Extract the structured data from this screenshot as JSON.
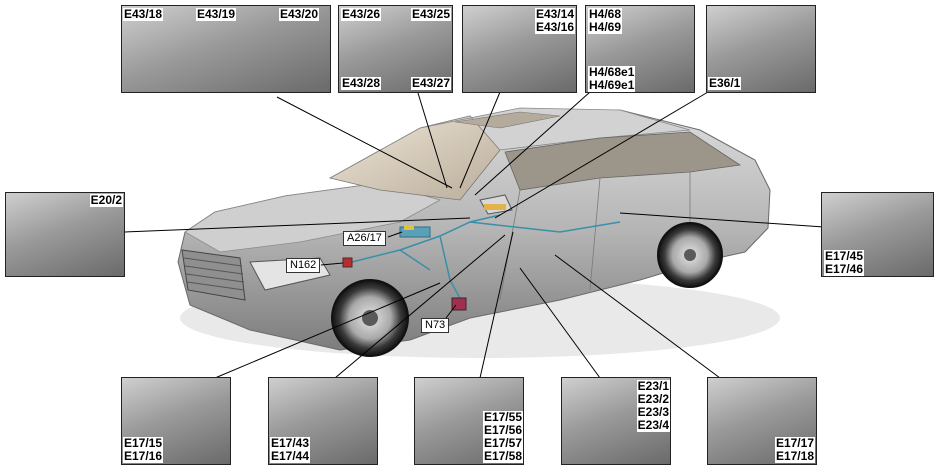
{
  "insets": {
    "e43_steering": [
      "E43/18",
      "E43/19",
      "E43/20"
    ],
    "e43_cluster_top": [
      "E43/26",
      "E43/25"
    ],
    "e43_cluster_bot": [
      "E43/28",
      "E43/27"
    ],
    "e43_door": [
      "E43/14",
      "E43/16"
    ],
    "h4_top": [
      "H4/68",
      "H4/69"
    ],
    "h4_bot": [
      "H4/68e1",
      "H4/69e1"
    ],
    "e36": [
      "E36/1"
    ],
    "e20": [
      "E20/2"
    ],
    "e17_right": [
      "E17/45",
      "E17/46"
    ],
    "e17_15": [
      "E17/15",
      "E17/16"
    ],
    "e17_43": [
      "E17/43",
      "E17/44"
    ],
    "e17_55": [
      "E17/55",
      "E17/56",
      "E17/57",
      "E17/58"
    ],
    "e23": [
      "E23/1",
      "E23/2",
      "E23/3",
      "E23/4"
    ],
    "e17_17": [
      "E17/17",
      "E17/18"
    ]
  },
  "components": {
    "a26": "A26/17",
    "n162": "N162",
    "n73": "N73"
  },
  "colors": {
    "car_body": "#b9b9b9",
    "harness": "#3a8fa8",
    "module": "#5aa0b8",
    "leader": "#000000"
  }
}
